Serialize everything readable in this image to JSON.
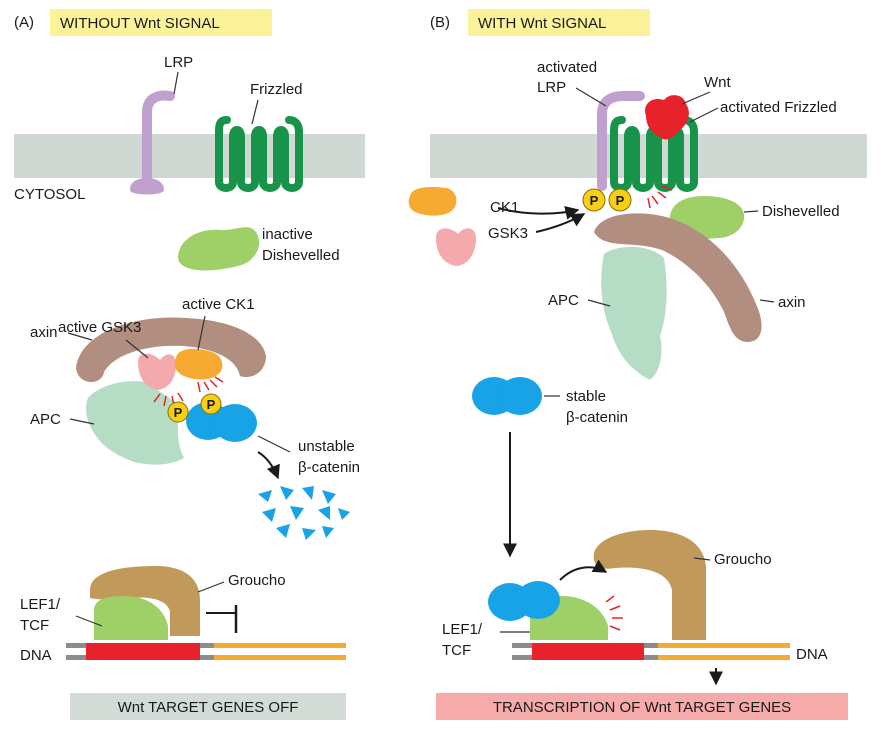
{
  "panelA": {
    "letter": "(A)",
    "title": "WITHOUT Wnt SIGNAL",
    "lrp": "LRP",
    "frizzled": "Frizzled",
    "cytosol": "CYTOSOL",
    "inactive_dsh": [
      "inactive",
      "Dishevelled"
    ],
    "active_gsk3": "active GSK3",
    "active_ck1": "active CK1",
    "axin": "axin",
    "apc": "APC",
    "phospho": "P",
    "unstable_bcat": [
      "unstable",
      "β-catenin"
    ],
    "groucho": "Groucho",
    "lef1": [
      "LEF1/",
      "TCF"
    ],
    "dna": "DNA",
    "footer": "Wnt TARGET GENES OFF"
  },
  "panelB": {
    "letter": "(B)",
    "title": "WITH Wnt SIGNAL",
    "activated_lrp": [
      "activated",
      "LRP"
    ],
    "wnt": "Wnt",
    "activated_frizzled": "activated Frizzled",
    "ck1": "CK1",
    "gsk3": "GSK3",
    "phospho": "P",
    "dishevelled": "Dishevelled",
    "apc": "APC",
    "axin": "axin",
    "stable_bcat": [
      "stable",
      "β-catenin"
    ],
    "groucho": "Groucho",
    "lef1": [
      "LEF1/",
      "TCF"
    ],
    "dna": "DNA",
    "footer": "TRANSCRIPTION OF Wnt TARGET GENES"
  },
  "colors": {
    "title_bg": "#fbf29a",
    "membrane": "#cfd8d3",
    "lrp": "#bfa0cf",
    "frizzled": "#17944a",
    "wnt": "#e8222a",
    "dishevelled": "#9fcf67",
    "axin": "#b28e80",
    "apc": "#b5dcc4",
    "gsk3": "#f4a9ad",
    "ck1": "#f6aa31",
    "beta_catenin": "#17a3e6",
    "phospho": "#f8cf15",
    "groucho": "#c19a5b",
    "lef1": "#9fcf67",
    "dna_red": "#e8222a",
    "dna_orange": "#f6aa31",
    "dna_gray": "#8c8c8c",
    "footer_off": "#d3dbd6",
    "footer_on": "#f7aaaa"
  }
}
